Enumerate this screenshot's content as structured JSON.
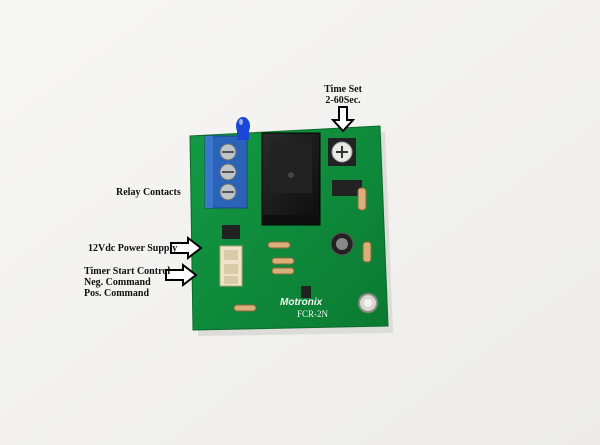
{
  "labels": {
    "time_set": [
      "Time Set",
      "2-60Sec."
    ],
    "relay_contacts": "Relay Contacts",
    "power_supply": "12Vdc Power Supply",
    "timer_start": [
      "Timer Start Control",
      "Neg. Command",
      "Pos. Command"
    ]
  },
  "board": {
    "brand": "Motronix",
    "model": "FCR-2N"
  },
  "colors": {
    "pcb": "#0e8a3a",
    "terminal": "#2a63b8",
    "relay": "#1b1b1b",
    "led": "#1a47d6"
  }
}
